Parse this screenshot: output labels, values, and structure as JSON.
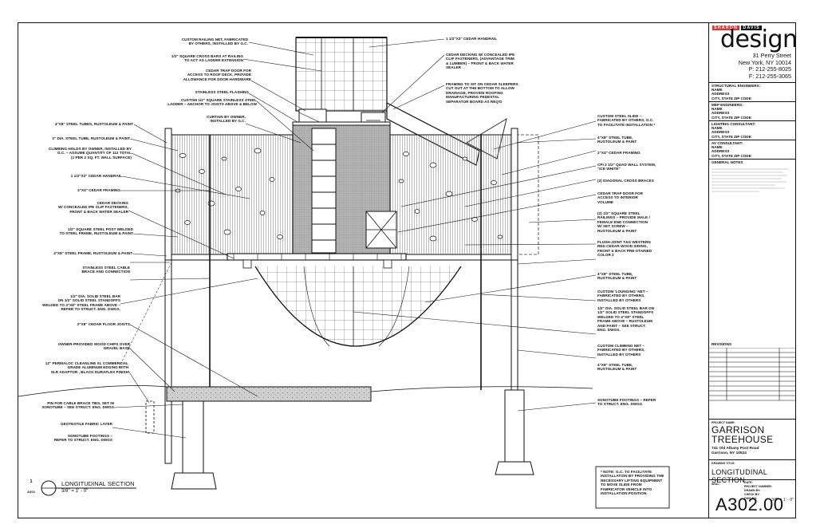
{
  "firm": {
    "brand_small_1": "SHARON",
    "brand_small_2": "DAVIS",
    "brand_word": "design",
    "address_1": "31 Perry Street",
    "address_2": "New York, NY 10014",
    "phone": "P: 212-255-8025",
    "fax": "F: 212-255-3065"
  },
  "consultants": [
    {
      "title": "STRUCTURAL ENGINEERS:",
      "lines": [
        "NAME",
        "ADDRESS",
        "CITY, STATE ZIP CODE"
      ]
    },
    {
      "title": "MEP ENGINEERS:",
      "lines": [
        "NAME",
        "ADDRESS",
        "CITY, STATE ZIP CODE"
      ]
    },
    {
      "title": "LIGHTING CONSULTANT:",
      "lines": [
        "NAME",
        "ADDRESS",
        "CITY, STATE ZIP CODE"
      ]
    },
    {
      "title": "AV CONSULTANT:",
      "lines": [
        "NAME",
        "ADDRESS",
        "CITY, STATE ZIP CODE"
      ]
    }
  ],
  "general_notes_title": "GENERAL NOTES",
  "revisions_title": "REVISIONS",
  "project_name_label": "PROJECT NAME:",
  "project_name_1": "GARRISON",
  "project_name_2": "TREEHOUSE",
  "project_address_1": "741 Old Albany Post Road",
  "project_address_2": "Garrison, NY 10524",
  "drawing_title_label": "DRAWING TITLE:",
  "drawing_title": "LONGITUDINAL SECTION",
  "info": {
    "date": "DATE:",
    "project_number": "PROJECT NUMBER:",
    "drawn_by": "DRAWN BY:",
    "checked_by": "CHECK BY:",
    "dwg_no": "DWG NO:",
    "scale": "3/8\" = 1' - 0\"",
    "seal": "SEAL:"
  },
  "sheet_number": "A302.00",
  "section_tag": {
    "number": "1",
    "sheet": "A302",
    "title": "LONGITUDINAL SECTION",
    "scale": "3/8\" = 1' - 0\""
  },
  "left_labels": [
    "CUSTOM RAILING NET, FABRICATED\nBY OTHERS, INSTALLED BY G.C.",
    "1/2\" SQUARE CROSS BARS AT RAILING\nTO ACT AS LADDER EXTENSION",
    "CEDAR TRAP DOOR FOR\nACCESS TO ROOF DECK, PROVIDE\nALLOWANCE FOR DOOR HARDWARE",
    "STAINLESS STEEL FLASHING",
    "CUSTOM 1/2\" SQUARE STAINLESS STEEL\nLADDER – ANCHOR TO JOISTS ABOVE & BELOW",
    "CURTAIN BY OWNER,\nINSTALLED BY G.C.",
    "4\"x8\" STEEL TUBES, RUSTOLEUM & PAINT",
    "3\" DIA. STEEL TUBE, RUSTOLEUM & PAINT",
    "CLIMBING HOLDS BY OWNER, INSTALLED BY\nG.C. – ASSUME QUANTITY OF 112 TOTAL\n(1 PER 2 SQ. FT. WALL SURFACE)",
    "1 1/2\"x3\" CEDAR HANDRAIL",
    "2\"x4\" CEDAR FRAMING",
    "CEDAR DECKING\nW/ CONCEALED IPE CLIP FASTENERS,\nFRONT & BACK WATER SEALER",
    "1/2\" SQUARE STEEL POST WELDED\nTO STEEL FRAME, RUSTOLEUM & PAINT",
    "4\"x8\" STEEL FRAME, RUSTOLEUM & PAINT",
    "STAINLESS STEEL CABLE\nBRACE AND CONNECTION",
    "1/2\" DIA. SOLID STEEL BAR\nON 1/2\" SOLID STEEL STANDOFFS\nWELDED TO 4\"x8\" STEEL FRAME ABOVE –\nREFER TO STRUCT. ENG. DWGS.",
    "2\"x8\" CEDAR FLOOR JOISTS",
    "OWNER-PROVIDED WOOD CHIPS OVER\nGRAVEL BASE",
    "12\" PERMALOC CLEANLINE XL COMMERCIAL\nGRADE ALUMINUM EDGING WITH\nXLR ADAPTOR , BLACK DURAFLEX FINISH",
    "PIN FOR CABLE BRACE TIES, SET IN\nSONOTUBE – SEE STRUCT. ENG. DWGS",
    "GEOTEXTILE FABRIC LAYER",
    "SONOTUBE FOOTINGS –\nREFER TO STRUCT. ENG. DWGS"
  ],
  "right_labels": [
    "1 1/2\"x3\" CEDAR HANDRAIL",
    "CEDAR DECKING W/ CONCEALED IPE\nCLIP FASTENERS, (ADVANTAGE TRIM\n& LUMBER) – FRONT & BACK WATER\nSEALER",
    "FRAMING TO SIT ON CEDAR SLEEPERS\nCUT OUT AT THE BOTTOM TO ALLOW\nDRAINAGE, PROVIDE ROOFING\nMANUFACTURING PEDESTAL\nSEPARATOR BOARD AS REQ'D",
    "CUSTOM STEEL SLIDE –\nFABRICATED BY OTHERS, G.C.\nTO FACILITATE INSTALLATION *",
    "4\"x8\" STEEL TUBE,\nRUSTOLEUM & PAINT",
    "2\"x4\" CEDAR FRAMING",
    "CPI 2 1/2\" QUAD WALL SYSTEM,\n\"ICE WHITE\"",
    "(2) DIAGONAL CROSS BRACES",
    "CEDAR TRAP DOOR FOR\nACCESS TO INTERIOR\nVOLUME",
    "(2) 1/2\" SQUARE STEEL\nRAILINGS – PROVIDE MALE /\nFEMALE END CONNECTION\nW/ SET SCREW –\nRUSTOLEUM & PAINT",
    "FLUSH-JOINT T&G WESTERN\nRED CEDAR WOOD SIDING,\nFRONT & BACK PRE-STAINED\nCOLOR 2",
    "4\"x8\" STEEL TUBE,\nRUSTOLEUM & PAINT",
    "CUSTOM 'LOUNGING' NET –\nFABRICATED BY OTHERS,\nINSTALLED BY OTHERS",
    "1/2\" DIA. SOLID STEEL BAR ON\n1/2\" SOLID STEEL STANDOFFS\nWELDED TO 4\"x8\" STEEL\nFRAME ABOVE – RUSTOLEUM\nAND PAINT – SEE STRUCT.\nENG. DWGS.",
    "CUSTOM CLIMBING NET –\nFABRICATED BY OTHERS,\nINSTALLED BY OTHERS",
    "4\"x8\" STEEL TUBE,\nRUSTOLEUM & PAINT",
    "SONOTUBE FOOTINGS – REFER\nTO STRUCT. ENG. DWGS"
  ],
  "bottom_note": "* NOTE: G.C. TO FACILITATE\nINSTALLATION BY PROVIDING THE\nNECESSARY LIFTING EQUIPMENT\nTO MOVE SLIDE FROM\nFABRICATOR VEHICLE INTO\nINSTALLATION POSITION."
}
